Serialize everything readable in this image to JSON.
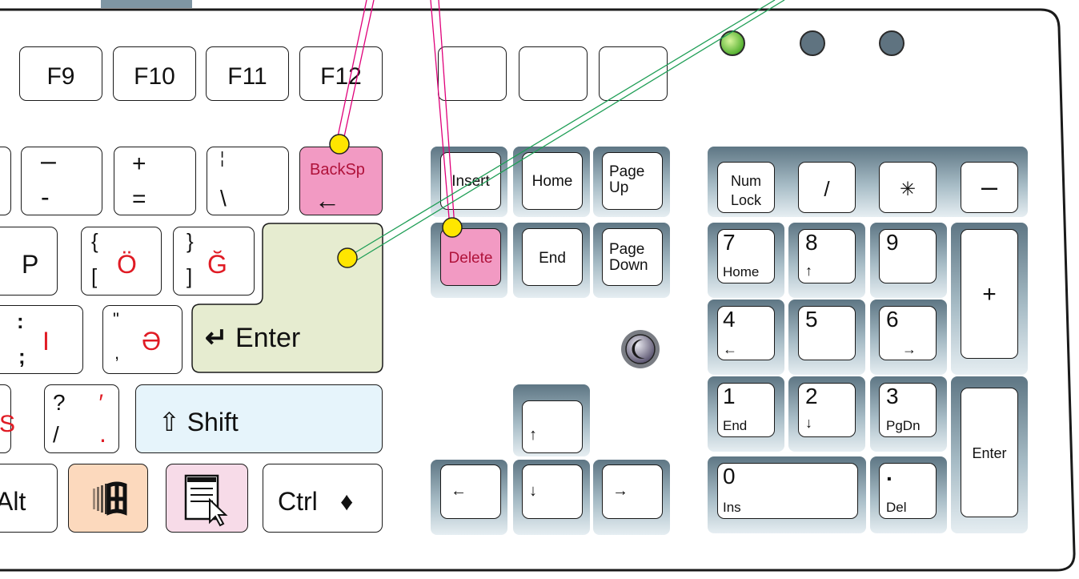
{
  "fkeys": {
    "f9": "F9",
    "f10": "F10",
    "f11": "F11",
    "f12": "F12"
  },
  "row_numbers": {
    "minus_top": "–",
    "minus_bottom": "-",
    "plus_top": "+",
    "equals": "=",
    "pipe_top": "¦",
    "backslash": "\\",
    "backspace": "BackSp",
    "backspace_arrow": "←"
  },
  "row_p": {
    "p": "P",
    "brace_top": "{",
    "bracket_bottom": "[",
    "o_umlaut": "Ö",
    "brace_close_top": "}",
    "bracket_close_bottom": "]",
    "g_breve": "Ğ"
  },
  "row_home": {
    "colon": ":",
    "semicolon": ";",
    "dotless_i": "I",
    "quote": "\"",
    "comma": ",",
    "schwa": "Ə",
    "enter_arrow": "↵",
    "enter": "Enter"
  },
  "row_shift": {
    "question": "?",
    "slash": "/",
    "apostrophe": "′",
    "period": ".",
    "partial_red": "S",
    "shift_icon": "⇧",
    "shift": "Shift"
  },
  "row_bottom": {
    "alt": "Alt",
    "ctrl": "Ctrl",
    "diamond": "♦"
  },
  "nav": {
    "insert": "Insert",
    "home": "Home",
    "page_up_1": "Page",
    "page_up_2": "Up",
    "delete": "Delete",
    "end": "End",
    "page_down_1": "Page",
    "page_down_2": "Down"
  },
  "arrows": {
    "up": "↑",
    "left": "←",
    "down": "↓",
    "right": "→"
  },
  "numpad": {
    "num_lock_1": "Num",
    "num_lock_2": "Lock",
    "divide": "/",
    "multiply": "✳",
    "minus": "–",
    "plus": "+",
    "k7": "7",
    "k7_sub": "Home",
    "k8": "8",
    "k8_sub": "↑",
    "k9": "9",
    "k4": "4",
    "k4_sub": "←",
    "k5": "5",
    "k6": "6",
    "k6_sub": "→",
    "k1": "1",
    "k1_sub": "End",
    "k2": "2",
    "k2_sub": "↓",
    "k3": "3",
    "k3_sub": "PgDn",
    "enter": "Enter",
    "k0": "0",
    "k0_sub": "Ins",
    "dot": ".",
    "dot_sub": "Del"
  },
  "colors": {
    "highlight_pink": "#f29ac3",
    "enter_green": "#e6ecd0",
    "shift_blue": "#e6f4fb",
    "win_peach": "#fcd9bd",
    "menu_pink": "#f7dbe8",
    "pointer_yellow": "#ffe600",
    "callout_magenta": "#e0007a",
    "callout_green": "#1f9e56",
    "led_green": "#63c13d",
    "led_gray": "#5f7380"
  },
  "icons": [
    "windows-logo-icon",
    "context-menu-icon",
    "sleep-moon-icon",
    "backspace-arrow-icon",
    "enter-arrow-icon",
    "shift-arrow-icon"
  ]
}
